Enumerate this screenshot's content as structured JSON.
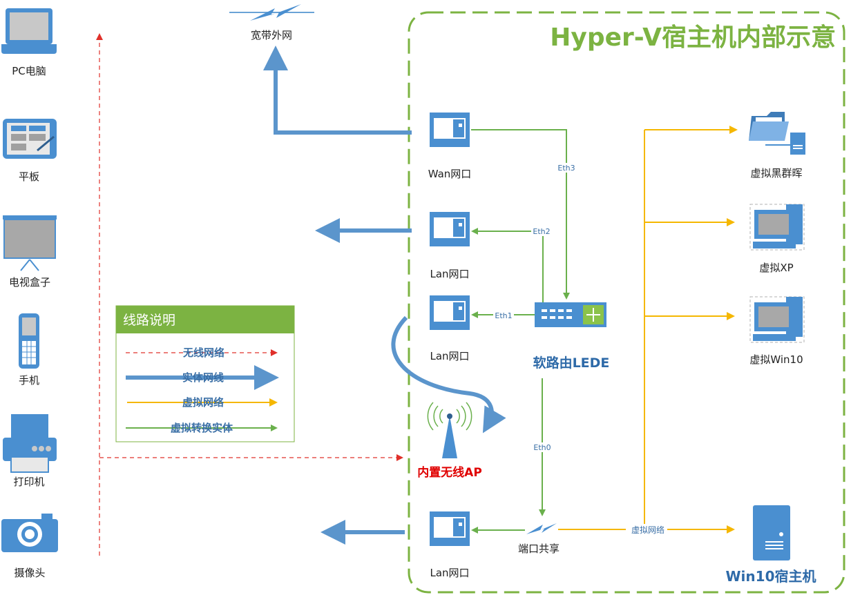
{
  "title": "Hyper-V宿主机内部示意",
  "internet_label": "宽带外网",
  "devices": {
    "pc": "PC电脑",
    "tablet": "平板",
    "tv_box": "电视盒子",
    "phone": "手机",
    "printer": "打印机",
    "camera": "摄像头"
  },
  "ports": {
    "wan": "Wan网口",
    "lan1": "Lan网口",
    "lan2": "Lan网口",
    "lan3": "Lan网口"
  },
  "router_label": "软路由LEDE",
  "ap_label": "内置无线AP",
  "port_share_label": "端口共享",
  "eth_labels": {
    "eth0": "Eth0",
    "eth1": "Eth1",
    "eth2": "Eth2",
    "eth3": "Eth3"
  },
  "virtual_net_label": "虚拟网络",
  "vms": {
    "nas": "虚拟黑群晖",
    "xp": "虚拟XP",
    "win10": "虚拟Win10"
  },
  "host_label": "Win10宿主机",
  "legend": {
    "title": "线路说明",
    "items": [
      "无线网络",
      "实体网线",
      "虚拟网络",
      "虚拟转换实体"
    ]
  },
  "colors": {
    "wireless": "#e0302a",
    "physical": "#5b95cc",
    "virtual": "#f5b700",
    "convert": "#6ab04c",
    "border": "#7cb342",
    "icon": "#4a8fd0",
    "ap_label": "#e00000"
  }
}
